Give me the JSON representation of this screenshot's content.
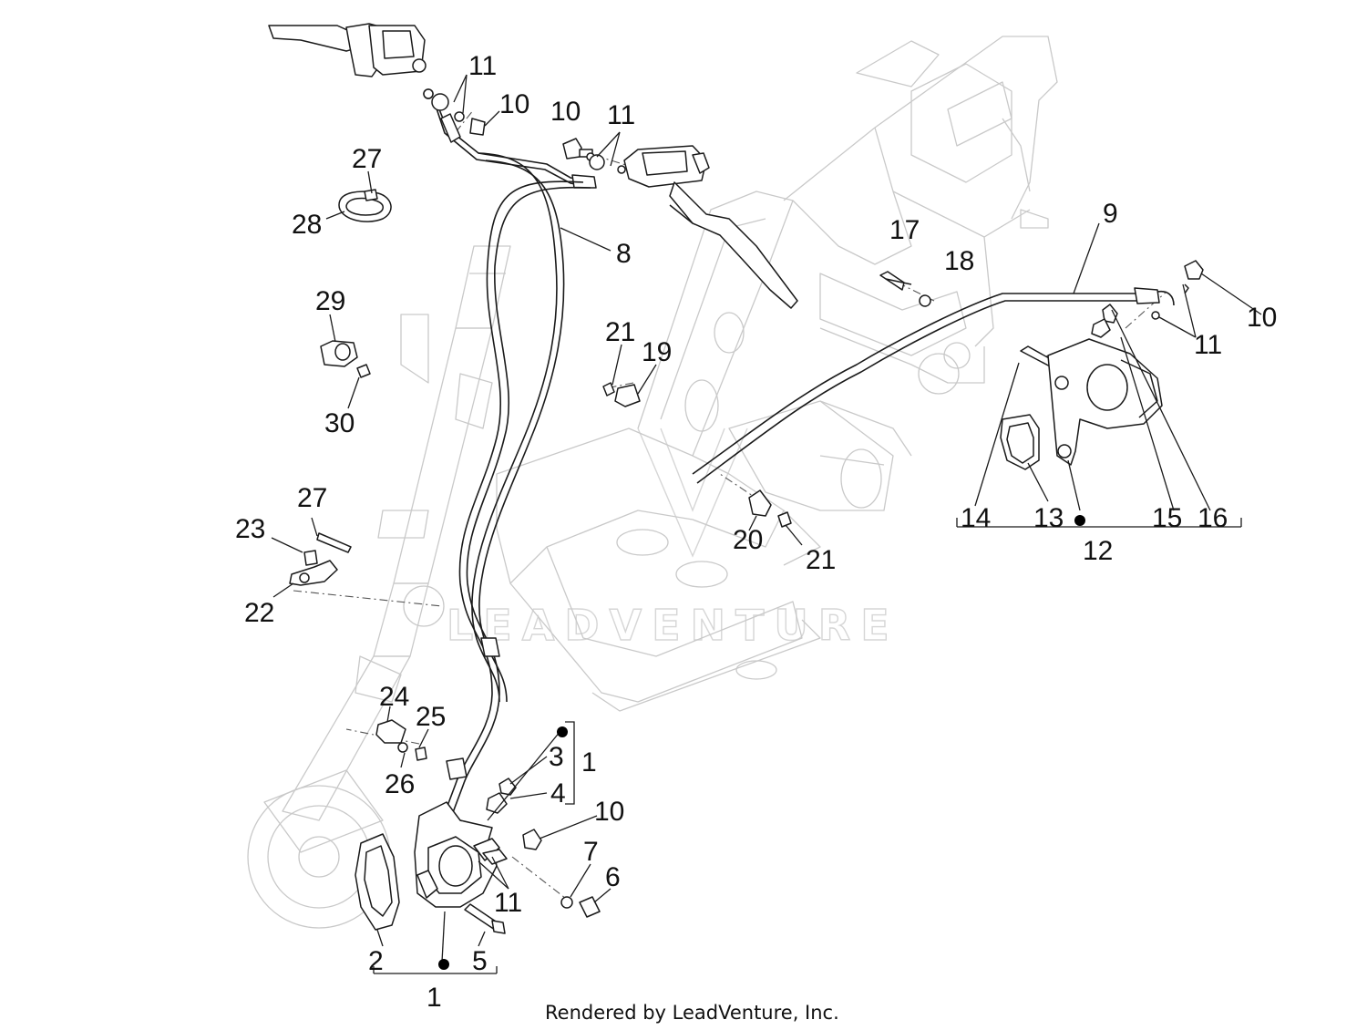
{
  "diagram": {
    "callouts": [
      {
        "id": "c11a",
        "label": "11"
      },
      {
        "id": "c10a",
        "label": "10"
      },
      {
        "id": "c10b",
        "label": "10"
      },
      {
        "id": "c11b",
        "label": "11"
      },
      {
        "id": "c27a",
        "label": "27"
      },
      {
        "id": "c28",
        "label": "28"
      },
      {
        "id": "c8",
        "label": "8"
      },
      {
        "id": "c29",
        "label": "29"
      },
      {
        "id": "c30",
        "label": "30"
      },
      {
        "id": "c21a",
        "label": "21"
      },
      {
        "id": "c19",
        "label": "19"
      },
      {
        "id": "c17",
        "label": "17"
      },
      {
        "id": "c18",
        "label": "18"
      },
      {
        "id": "c9",
        "label": "9"
      },
      {
        "id": "c10c",
        "label": "10"
      },
      {
        "id": "c11c",
        "label": "11"
      },
      {
        "id": "c14",
        "label": "14"
      },
      {
        "id": "c13",
        "label": "13"
      },
      {
        "id": "c15",
        "label": "15"
      },
      {
        "id": "c16",
        "label": "16"
      },
      {
        "id": "c12",
        "label": "12"
      },
      {
        "id": "c20",
        "label": "20"
      },
      {
        "id": "c21b",
        "label": "21"
      },
      {
        "id": "c27b",
        "label": "27"
      },
      {
        "id": "c23",
        "label": "23"
      },
      {
        "id": "c22",
        "label": "22"
      },
      {
        "id": "c24",
        "label": "24"
      },
      {
        "id": "c25",
        "label": "25"
      },
      {
        "id": "c26",
        "label": "26"
      },
      {
        "id": "c3",
        "label": "3"
      },
      {
        "id": "c1a",
        "label": "1"
      },
      {
        "id": "c4",
        "label": "4"
      },
      {
        "id": "c10d",
        "label": "10"
      },
      {
        "id": "c7",
        "label": "7"
      },
      {
        "id": "c6",
        "label": "6"
      },
      {
        "id": "c11d",
        "label": "11"
      },
      {
        "id": "c2",
        "label": "2"
      },
      {
        "id": "c5",
        "label": "5"
      },
      {
        "id": "c1b",
        "label": "1"
      }
    ]
  },
  "watermark": "LEADVENTURE",
  "footer": "Rendered by LeadVenture, Inc."
}
